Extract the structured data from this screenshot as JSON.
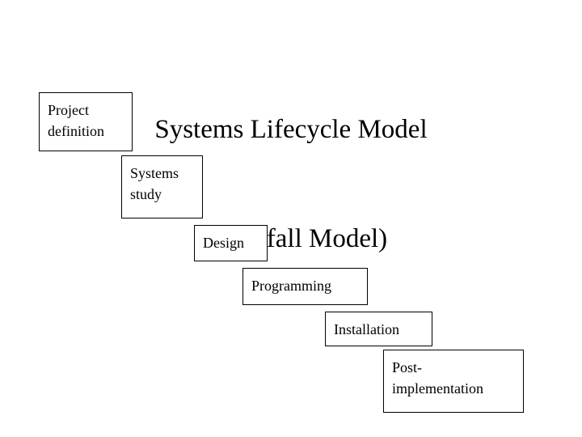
{
  "slide": {
    "background_color": "#ffffff",
    "text_color": "#000000",
    "border_color": "#000000"
  },
  "title": {
    "line1": "Systems Lifecycle Model",
    "line2": "(Waterfall Model)",
    "full": "Systems Lifecycle Model (Waterfall Model)"
  },
  "stages": [
    {
      "label": "Project\ndefinition",
      "name": "project-definition"
    },
    {
      "label": "Systems\nstudy",
      "name": "systems-study"
    },
    {
      "label": "Design",
      "name": "design"
    },
    {
      "label": "Programming",
      "name": "programming"
    },
    {
      "label": "Installation",
      "name": "installation"
    },
    {
      "label": "Post-\nimplementation",
      "name": "post-implementation"
    }
  ]
}
